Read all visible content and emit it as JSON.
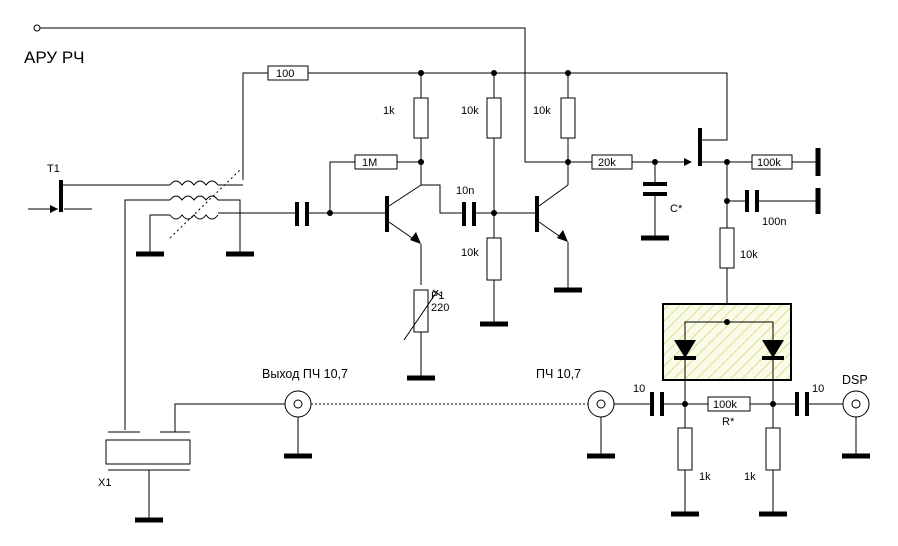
{
  "title": "АРУ РЧ",
  "labels": {
    "t1": "T1",
    "x1": "X1",
    "r_feedback": "100",
    "r_1k": "1k",
    "r_1m": "1M",
    "r_10k_top_b": "10k",
    "r_10k_top_c": "10k",
    "c_10n": "10n",
    "r_10k_bot_b": "10k",
    "r_20k": "20k",
    "c_star": "C*",
    "r_100k_top": "100k",
    "c_100n": "100n",
    "r_10k_right": "10k",
    "p1_name": "P1",
    "p1_value": "220",
    "out_if": "Выход ПЧ 10,7",
    "in_if": "ПЧ 10,7",
    "c_10_left": "10",
    "c_10_right": "10",
    "dsp": "DSP",
    "r_100k_bot": "100k",
    "r_star": "R*",
    "r_1k_left": "1k",
    "r_1k_right": "1k"
  },
  "colors": {
    "hatch": "#d8e08a",
    "ink": "#000000"
  }
}
